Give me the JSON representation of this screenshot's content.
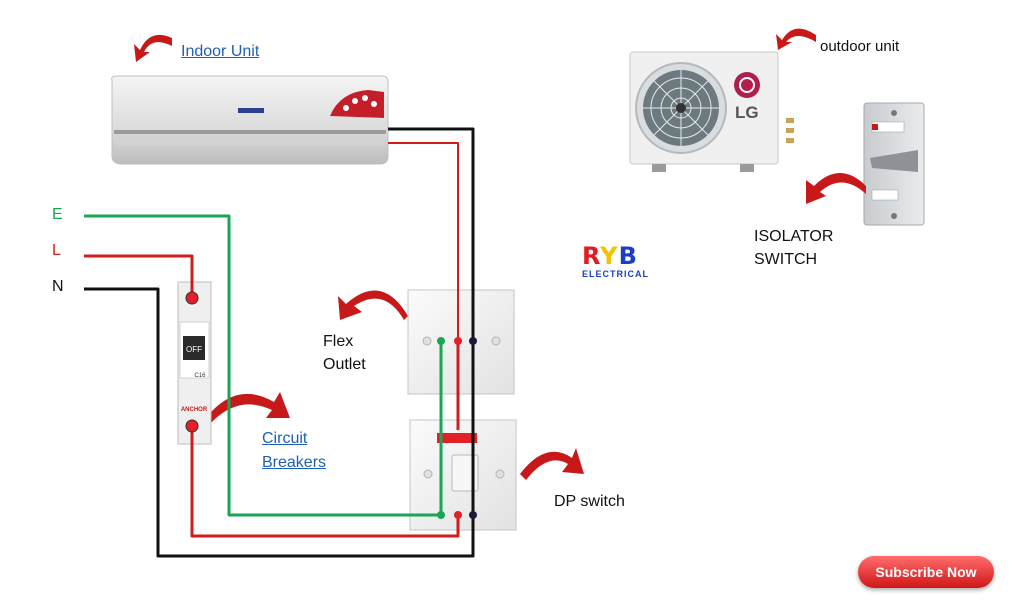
{
  "labels": {
    "indoor_unit": "Indoor Unit",
    "outdoor_unit": "outdoor unit",
    "isolator_line1": "ISOLATOR",
    "isolator_line2": "SWITCH",
    "flex_line1": "Flex",
    "flex_line2": "Outlet",
    "breaker_line1": "Circuit",
    "breaker_line2": "Breakers",
    "dp_switch": "DP switch"
  },
  "wires": {
    "earth": "E",
    "live": "L",
    "neutral": "N"
  },
  "colors": {
    "earth": "#1aa552",
    "live": "#d21c1c",
    "neutral": "#111111",
    "link": "#1f5fb5",
    "arrow": "#c8191a"
  },
  "brand": {
    "lg": "LG",
    "ryb_r": "R",
    "ryb_y": "Y",
    "ryb_b": "B",
    "ryb_sub": "ELECTRICAL"
  },
  "breaker": {
    "state": "OFF",
    "rating": "C16",
    "make": "ANCHOR"
  },
  "subscribe": {
    "label": "Subscribe Now"
  }
}
